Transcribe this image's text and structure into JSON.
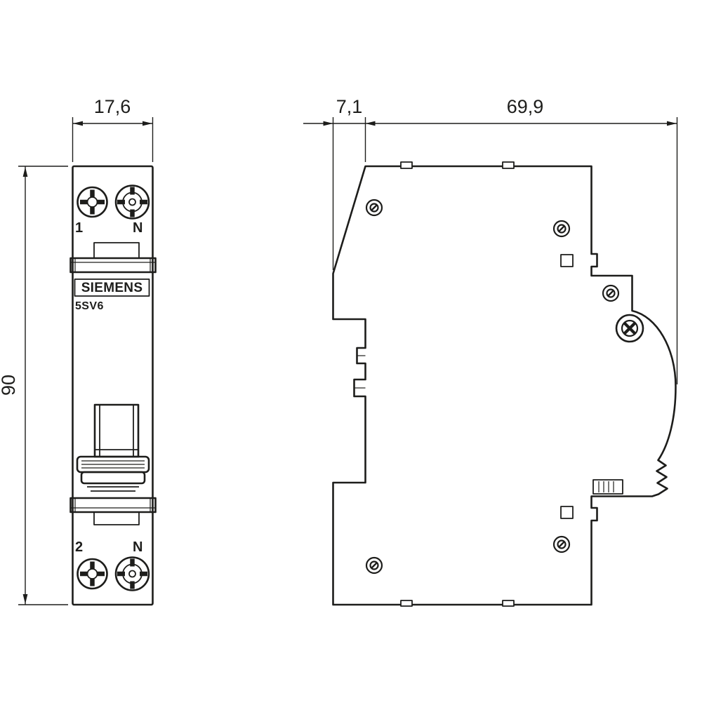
{
  "diagram": {
    "colors": {
      "line": "#1d1d1b",
      "background": "#ffffff"
    },
    "dimensions": {
      "front_width_mm": "17,6",
      "height_mm": "90",
      "front_protrusion_mm": "7,1",
      "body_depth_mm": "69,9"
    },
    "front_view": {
      "terminal_top_left": "1",
      "terminal_top_right": "N",
      "brand": "SIEMENS",
      "model": "5SV6",
      "terminal_bottom_left": "2",
      "terminal_bottom_right": "N"
    }
  }
}
